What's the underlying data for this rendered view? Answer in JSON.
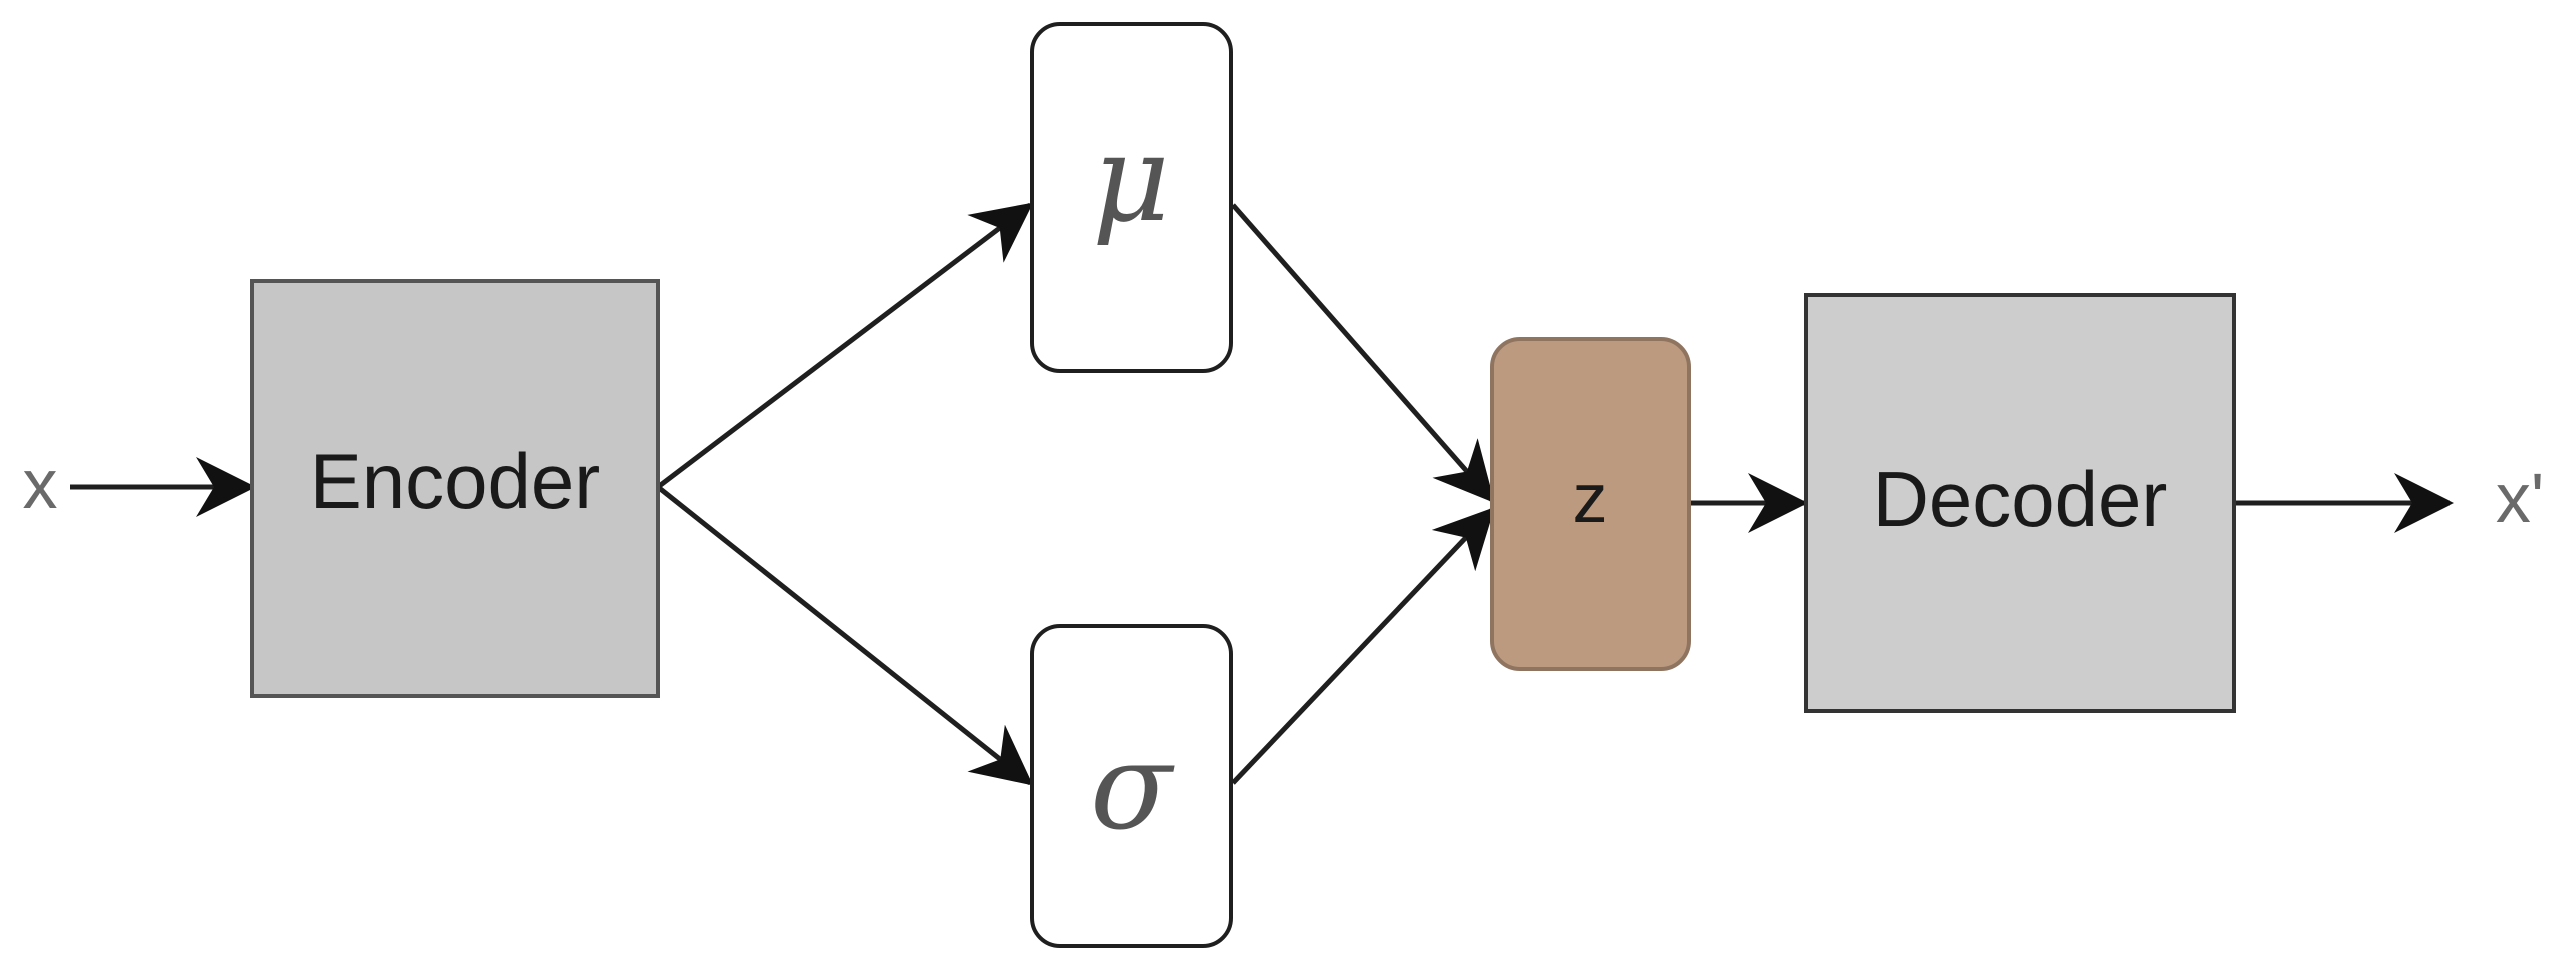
{
  "diagram": {
    "input_label": "x",
    "output_label": "x'",
    "encoder": {
      "label": "Encoder",
      "fill": "#c6c6c6"
    },
    "mu": {
      "label": "μ",
      "fill": "#ffffff"
    },
    "sigma": {
      "label": "σ",
      "fill": "#ffffff"
    },
    "z": {
      "label": "z",
      "fill": "#bc9a80"
    },
    "decoder": {
      "label": "Decoder",
      "fill": "#cdcdcd"
    },
    "stroke_color": "#1f1f1f"
  }
}
